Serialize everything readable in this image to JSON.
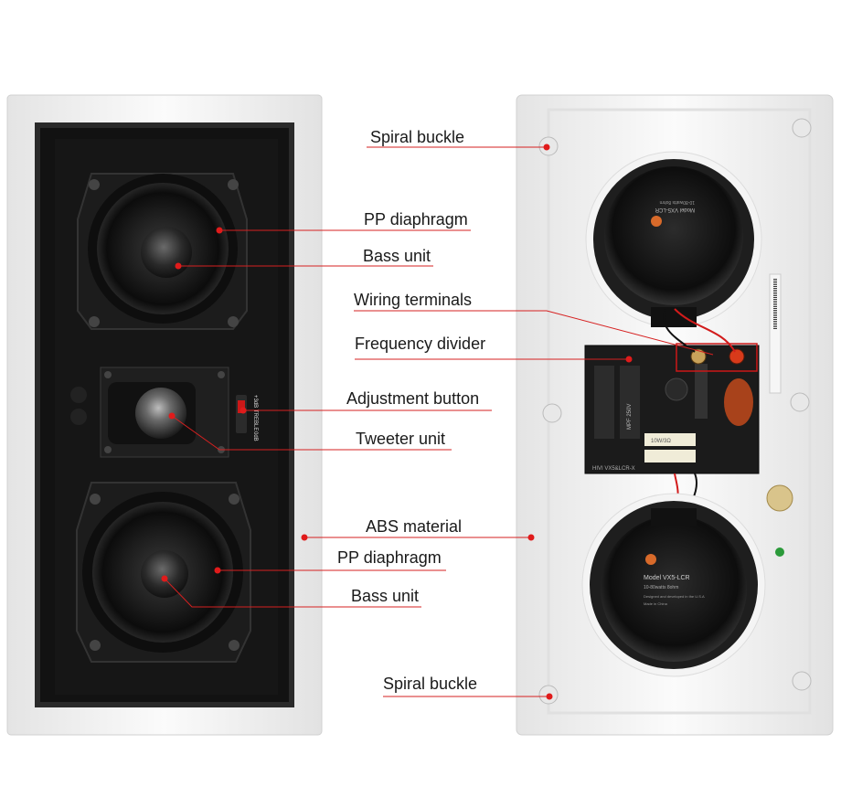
{
  "labels": {
    "spiral_buckle_top": "Spiral buckle",
    "pp_diaphragm_top": "PP diaphragm",
    "bass_unit_top": "Bass unit",
    "wiring_terminals": "Wiring terminals",
    "frequency_divider": "Frequency divider",
    "adjustment_button": "Adjustment button",
    "tweeter_unit": "Tweeter unit",
    "abs_material": "ABS material",
    "pp_diaphragm_bottom": "PP diaphragm",
    "bass_unit_bottom": "Bass unit",
    "spiral_buckle_bottom": "Spiral buckle"
  },
  "front_panel": {
    "switch_top": "+3dB",
    "switch_mid": "TREBLE",
    "switch_bottom": "0dB"
  },
  "back_panel": {
    "model_top": "Model VX5-LCR",
    "spec_top": "10-80watts 8ohm",
    "model_bottom": "Model VX5-LCR",
    "spec_bottom": "10-80watts 8ohm",
    "made_in": "Made in China",
    "designed": "Designed and developed in the U.S.A",
    "divider_model": "HIVI VX5&LCR-X",
    "cap_label": "MPF 250V",
    "resistor_label": "10W/3Ω"
  },
  "colors": {
    "leader_line": "#d62020",
    "dot": "#e01b1b",
    "frame": "#f2f2f2",
    "panel": "#141414"
  }
}
